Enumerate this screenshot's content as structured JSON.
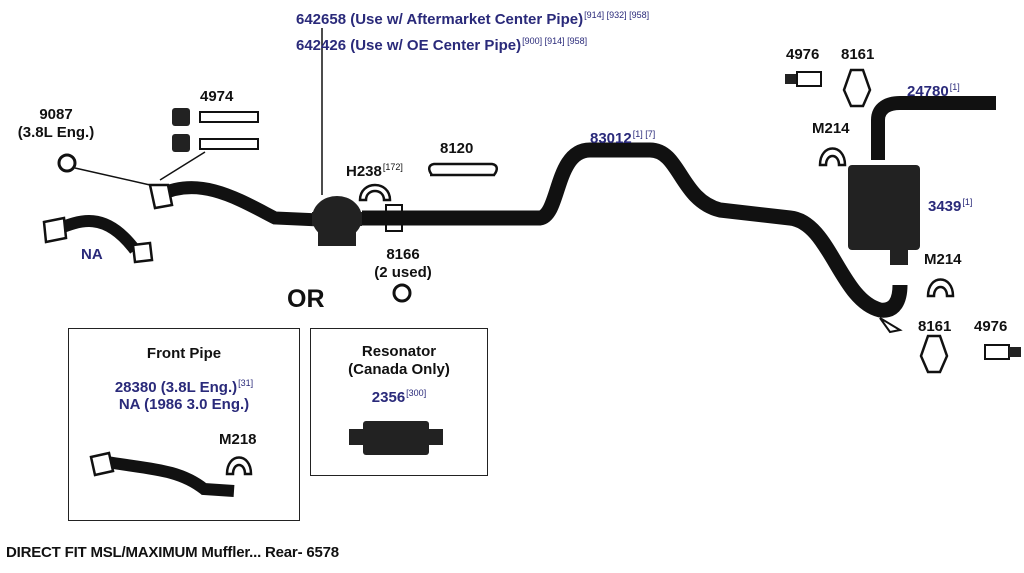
{
  "header_parts": {
    "part1": {
      "number": "642658",
      "desc": "(Use w/ Aftermarket Center Pipe)",
      "refs": "[914] [932] [958]"
    },
    "part2": {
      "number": "642426",
      "desc": "(Use w/ OE Center Pipe)",
      "refs": "[900] [914] [958]"
    }
  },
  "labels": {
    "p9087": "9087",
    "p9087_note": "(3.8L Eng.)",
    "p4974": "4974",
    "na": "NA",
    "h238": "H238",
    "h238_ref": "[172]",
    "p8120": "8120",
    "p8166": "8166",
    "p8166_note": "(2 used)",
    "or": "OR",
    "p83012": "83012",
    "p83012_ref": "[1] [7]",
    "p4976_top": "4976",
    "p8161_top": "8161",
    "p24780": "24780",
    "p24780_ref": "[1]",
    "m214_top": "M214",
    "p3439": "3439",
    "p3439_ref": "[1]",
    "m214_bottom": "M214",
    "p8161_bottom": "8161",
    "p4976_bottom": "4976"
  },
  "front_pipe_box": {
    "title": "Front Pipe",
    "line1": "28380 (3.8L Eng.)",
    "line1_ref": "[31]",
    "line2": "NA (1986 3.0 Eng.)",
    "clamp": "M218"
  },
  "resonator_box": {
    "title": "Resonator",
    "subtitle": "(Canada Only)",
    "part": "2356",
    "part_ref": "[300]"
  },
  "caption": "DIRECT FIT MSL/MAXIMUM Muffler... Rear- 6578",
  "colors": {
    "part_ink": "#111111",
    "part_number_blue": "#2a2a7a"
  }
}
